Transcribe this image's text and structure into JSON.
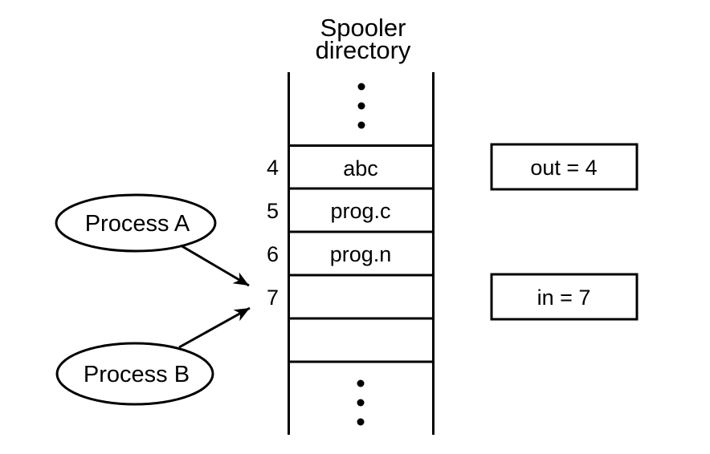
{
  "title": {
    "line1": "Spooler",
    "line2": "directory"
  },
  "directory": {
    "slots": [
      {
        "index": "4",
        "file": "abc"
      },
      {
        "index": "5",
        "file": "prog.c"
      },
      {
        "index": "6",
        "file": "prog.n"
      },
      {
        "index": "7",
        "file": ""
      },
      {
        "index": "",
        "file": ""
      }
    ]
  },
  "pointers": {
    "out_label": "out = 4",
    "in_label": "in = 7"
  },
  "processes": {
    "a_label": "Process A",
    "b_label": "Process B"
  },
  "colors": {
    "line": "#000000",
    "text": "#000000",
    "background": "#ffffff"
  }
}
